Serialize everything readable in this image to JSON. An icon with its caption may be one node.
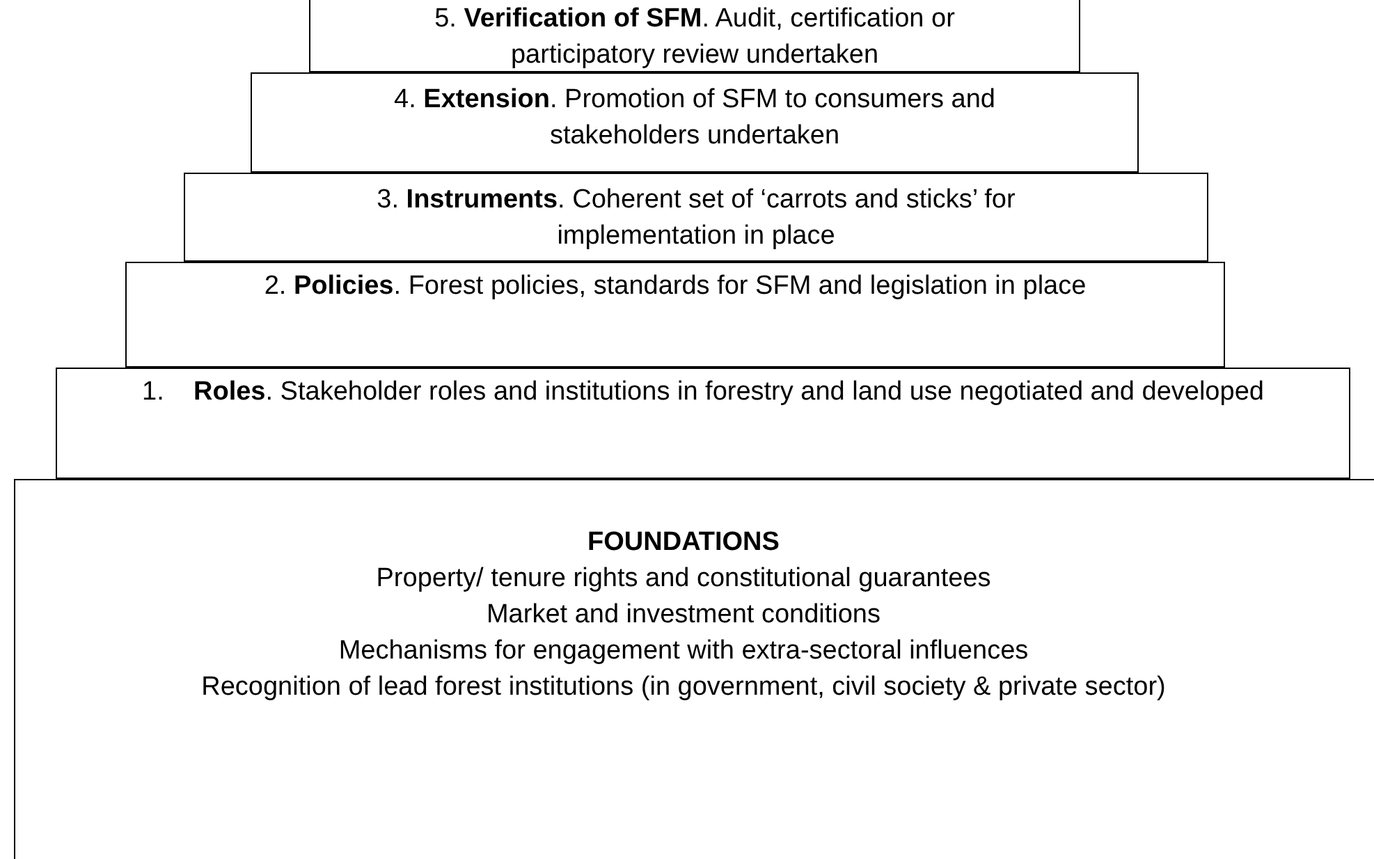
{
  "diagram": {
    "nodes": [
      {
        "text": [
          "5. **Verification of SFM**. Audit, certification or participatory review undertaken"
        ]
      },
      {
        "text": [
          "4. **Extension**. Promotion of SFM to consumers and stakeholders undertaken"
        ]
      },
      {
        "text": [
          "3. **Instruments**. Coherent set of ‘carrots and sticks’ for implementation in place"
        ]
      },
      {
        "text": [
          "2. **Policies**. Forest policies, standards for SFM and legislation in place"
        ]
      },
      {
        "text": [
          "1.    **Roles**. Stakeholder roles and institutions in forestry and land use negotiated and developed"
        ]
      },
      {
        "text": [
          "FOUNDATIONS",
          "Property/ tenure rights and constitutional guarantees",
          "Market and investment conditions",
          "Mechanisms for engagement with extra-sectoral influences",
          "Recognition of lead forest institutions (in government, civil society & private sector)"
        ]
      }
    ]
  }
}
